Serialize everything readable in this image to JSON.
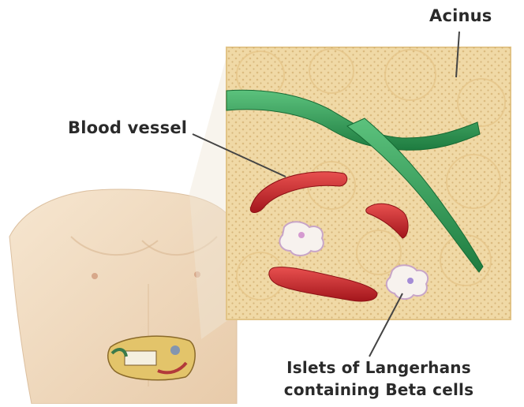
{
  "labels": {
    "acinus": "Acinus",
    "blood_vessel": "Blood vessel",
    "islets_line1": "Islets of Langerhans",
    "islets_line2": "containing Beta cells"
  },
  "colors": {
    "tissue": "#f0d9a6",
    "tissue_dots": "#c9a25f",
    "vessel_green": "#2e9a55",
    "vessel_red": "#c8242a",
    "skin": "#f1ddc5",
    "leader": "#444444"
  }
}
